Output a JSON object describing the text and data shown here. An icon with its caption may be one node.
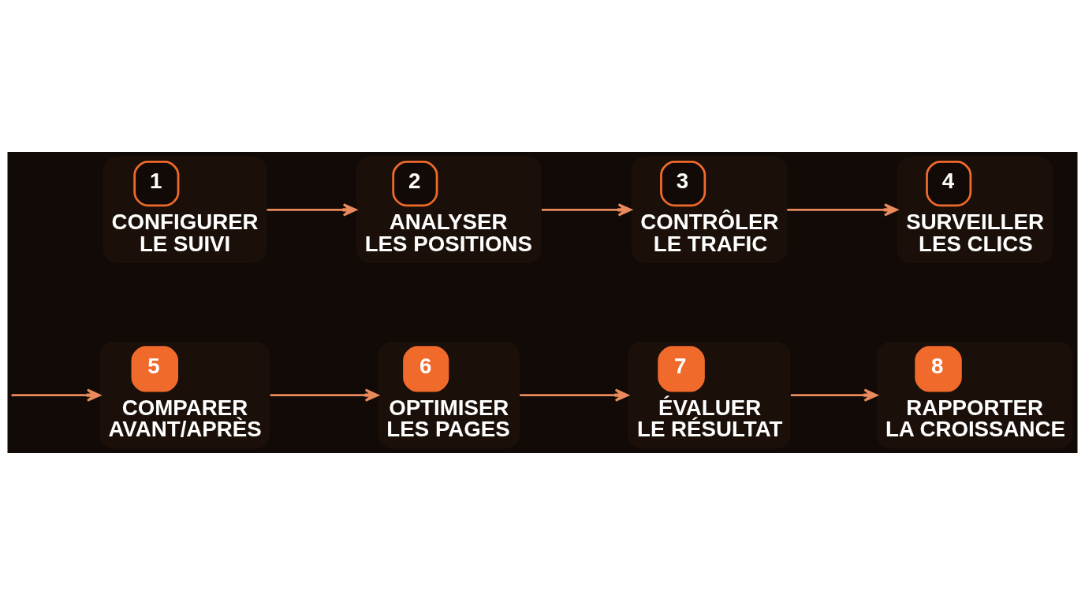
{
  "diagram": {
    "nodes": [
      {
        "text": [
          "1",
          "CONFIGURER LE SUIVI"
        ]
      },
      {
        "text": [
          "2",
          "ANALYSER LES POSITIONS"
        ]
      },
      {
        "text": [
          "3",
          "CONTRÔLER LE TRAFIC"
        ]
      },
      {
        "text": [
          "4",
          "SURVEILLER LES CLICS"
        ]
      },
      {
        "text": [
          "5",
          "COMPARER AVANT/APRÈS"
        ]
      },
      {
        "text": [
          "6",
          "OPTIMISER LES PAGES"
        ]
      },
      {
        "text": [
          "7",
          "ÉVALUER LE RÉSULTAT"
        ]
      },
      {
        "text": [
          "8",
          "RAPPORTER LA CROISSANCE"
        ]
      }
    ],
    "edges": [
      {
        "from": 0,
        "to": 1,
        "arrow": "to"
      },
      {
        "from": 1,
        "to": 2,
        "arrow": "to"
      },
      {
        "from": 2,
        "to": 3,
        "arrow": "to"
      },
      {
        "from": null,
        "to": 4,
        "arrow": "to"
      },
      {
        "from": 4,
        "to": 5,
        "arrow": "to"
      },
      {
        "from": 5,
        "to": 6,
        "arrow": "to"
      },
      {
        "from": 6,
        "to": 7,
        "arrow": "to"
      }
    ]
  }
}
